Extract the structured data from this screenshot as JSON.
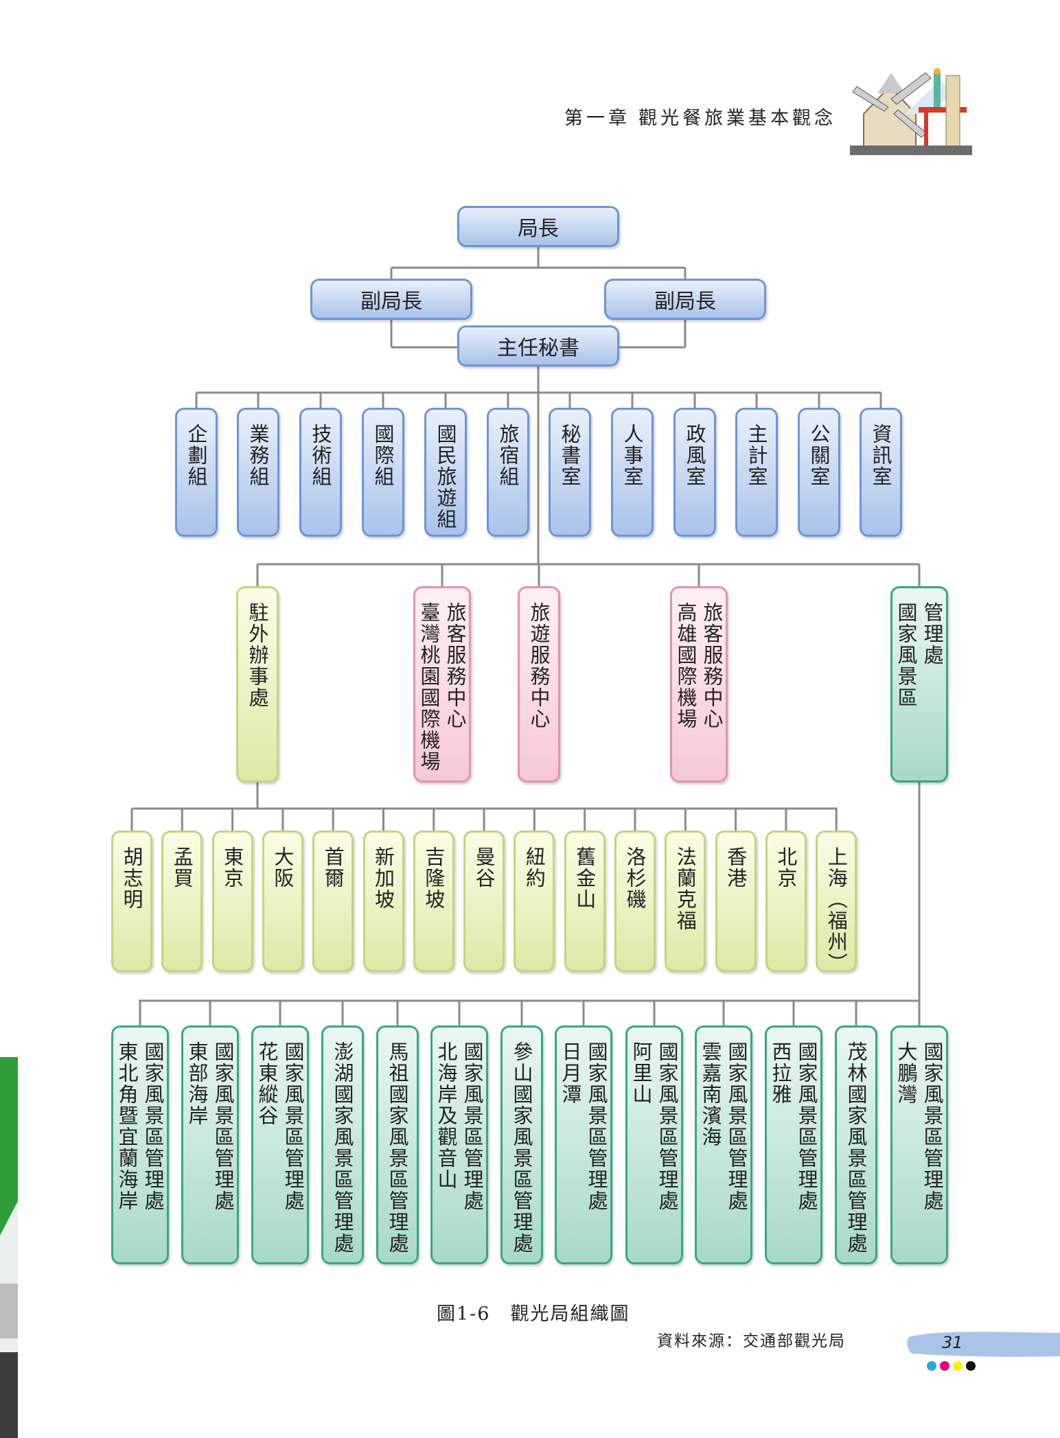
{
  "header": {
    "chapter": "第一章",
    "title": "觀光餐旅業基本觀念"
  },
  "chart": {
    "director": "局長",
    "deputies": [
      "副局長",
      "副局長"
    ],
    "chief_secretary": "主任秘書",
    "divisions": [
      {
        "cols": [
          "企劃組"
        ]
      },
      {
        "cols": [
          "業務組"
        ]
      },
      {
        "cols": [
          "技術組"
        ]
      },
      {
        "cols": [
          "國際組"
        ]
      },
      {
        "cols": [
          "國民旅遊組"
        ]
      },
      {
        "cols": [
          "旅宿組"
        ]
      },
      {
        "cols": [
          "秘書室"
        ]
      },
      {
        "cols": [
          "人事室"
        ]
      },
      {
        "cols": [
          "政風室"
        ]
      },
      {
        "cols": [
          "主計室"
        ]
      },
      {
        "cols": [
          "公關室"
        ]
      },
      {
        "cols": [
          "資訊室"
        ]
      }
    ],
    "agencies": [
      {
        "cols": [
          "駐外辦事處"
        ],
        "color": "yellow"
      },
      {
        "cols": [
          "旅客服務中心",
          "臺灣桃園國際機場"
        ],
        "color": "pink"
      },
      {
        "cols": [
          "旅遊服務中心"
        ],
        "color": "pink"
      },
      {
        "cols": [
          "旅客服務中心",
          "高雄國際機場"
        ],
        "color": "pink"
      },
      {
        "cols": [
          "管理處",
          "國家風景區"
        ],
        "color": "green"
      }
    ],
    "offices": [
      {
        "cols": [
          "胡志明"
        ]
      },
      {
        "cols": [
          "孟買"
        ]
      },
      {
        "cols": [
          "東京"
        ]
      },
      {
        "cols": [
          "大阪"
        ]
      },
      {
        "cols": [
          "首爾"
        ]
      },
      {
        "cols": [
          "新加坡"
        ]
      },
      {
        "cols": [
          "吉隆坡"
        ]
      },
      {
        "cols": [
          "曼谷"
        ]
      },
      {
        "cols": [
          "紐約"
        ]
      },
      {
        "cols": [
          "舊金山"
        ]
      },
      {
        "cols": [
          "洛杉磯"
        ]
      },
      {
        "cols": [
          "法蘭克福"
        ]
      },
      {
        "cols": [
          "香港"
        ]
      },
      {
        "cols": [
          "北京"
        ]
      },
      {
        "cols": [
          "上海（福州）"
        ]
      }
    ],
    "scenic_areas": [
      {
        "cols": [
          "國家風景區管理處",
          "東北角暨宜蘭海岸"
        ]
      },
      {
        "cols": [
          "國家風景區管理處",
          "東部海岸"
        ]
      },
      {
        "cols": [
          "國家風景區管理處",
          "花東縱谷"
        ]
      },
      {
        "cols": [
          "澎湖國家風景區管理處"
        ]
      },
      {
        "cols": [
          "馬祖國家風景區管理處"
        ]
      },
      {
        "cols": [
          "國家風景區管理處",
          "北海岸及觀音山"
        ]
      },
      {
        "cols": [
          "參山國家風景區管理處"
        ]
      },
      {
        "cols": [
          "國家風景區管理處",
          "日月潭"
        ]
      },
      {
        "cols": [
          "國家風景區管理處",
          "阿里山"
        ]
      },
      {
        "cols": [
          "國家風景區管理處",
          "雲嘉南濱海"
        ]
      },
      {
        "cols": [
          "國家風景區管理處",
          "西拉雅"
        ]
      },
      {
        "cols": [
          "茂林國家風景區管理處"
        ]
      },
      {
        "cols": [
          "國家風景區管理處",
          "大鵬灣"
        ]
      }
    ]
  },
  "caption": "圖1-6　觀光局組織圖",
  "source": "資料來源：交通部觀光局",
  "page_number": "31",
  "colors": {
    "blue_border": "#6d95d4",
    "yellow_border": "#c6d37e",
    "pink_border": "#e592ad",
    "green_border": "#3aa58a",
    "line": "#8a8a8a",
    "dots": [
      "#2ea7e0",
      "#e4007f",
      "#fff100",
      "#111111"
    ]
  }
}
